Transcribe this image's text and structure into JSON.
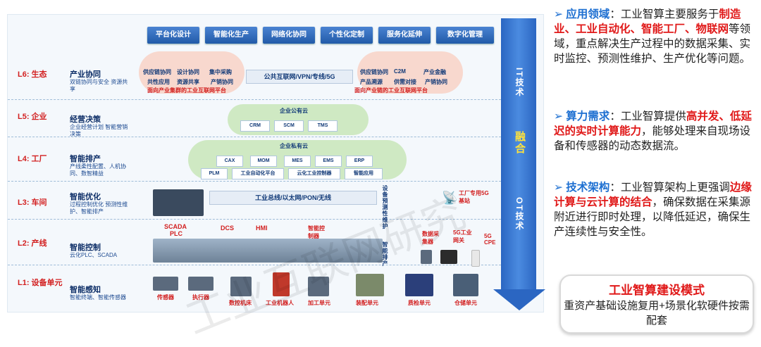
{
  "top_buttons": [
    "平台化设计",
    "智能化生产",
    "网络化协同",
    "个性化定制",
    "服务化延伸",
    "数字化管理"
  ],
  "layers": [
    {
      "code": "L6: 生态",
      "title": "产业协同",
      "sub": "双链协同与安全 资源共享"
    },
    {
      "code": "L5: 企业",
      "title": "经营决策",
      "sub": "企业经营计划 智能营销决策"
    },
    {
      "code": "L4: 工厂",
      "title": "智能排产",
      "sub": "产线柔性配置、人机协同、数智精益"
    },
    {
      "code": "L3: 车间",
      "title": "智能优化",
      "sub": "过程控制优化 预测性维护、智能排产"
    },
    {
      "code": "L2: 产线",
      "title": "智能控制",
      "sub": "云化PLC、SCADA"
    },
    {
      "code": "L1: 设备单元",
      "title": "智能感知",
      "sub": "智能终端、智能传感器"
    }
  ],
  "l6": {
    "left_items": [
      "供应链协同",
      "设计协同",
      "集中采购",
      "共性应用",
      "资源共享",
      "产销协同"
    ],
    "left_caption": "面向产业集群的工业互联网平台",
    "network": "公共互联网/VPN/专线/5G",
    "right_items": [
      "供应链协同",
      "C2M",
      "产业金融",
      "产品溯源",
      "供需对接",
      "产销协同"
    ],
    "right_caption": "面向产业链的工业互联网平台"
  },
  "l5": {
    "cloud": "企业公有云",
    "items": [
      "CRM",
      "SCM",
      "TMS"
    ]
  },
  "l4": {
    "cloud": "企业私有云",
    "row1": [
      "CAX",
      "MOM",
      "MES",
      "EMS",
      "ERP"
    ],
    "row2": [
      "PLM",
      "工业自动化平台",
      "云化工业控制器",
      "智能应用"
    ]
  },
  "l3": {
    "network": "工业总线/以太网/PON/无线",
    "vertical": "设备预测性维护",
    "vertical2": "智能排产",
    "base_station": "工厂专用5G基站"
  },
  "l2": {
    "labels": [
      "SCADA",
      "PLC",
      "DCS",
      "HMI",
      "智能控制器"
    ],
    "right": [
      "数据采集器",
      "5G工业网关",
      "5G CPE"
    ]
  },
  "l1": {
    "labels": [
      "传感器",
      "执行器",
      "数控机床",
      "工业机器人",
      "加工单元",
      "装配单元",
      "质检单元",
      "仓储单元"
    ]
  },
  "arrow": {
    "top": "IT技术",
    "middle": "融合",
    "bottom": "OT技术"
  },
  "bullets": [
    {
      "head": "应用领域",
      "pre": "：工业智算主要服务于",
      "red": "制造业、工业自动化、智能工厂、物联网",
      "post": "等领域，重点解决生产过程中的数据采集、实时监控、预测性维护、生产优化等问题。"
    },
    {
      "head": "算力需求",
      "pre": "：工业智算提供",
      "red": "高并发、低延迟的实时计算能力",
      "post": "，能够处理来自现场设备和传感器的动态数据流。"
    },
    {
      "head": "技术架构",
      "pre": "：工业智算架构上更强调",
      "red": "边缘计算与云计算的结合",
      "post": "，确保数据在采集源附近进行即时处理，以降低延迟，确保生产连续性与安全性。"
    }
  ],
  "panel": {
    "title": "工业智算建设模式",
    "body": "重资产基础设施复用+场景化软硬件按需配套"
  },
  "colors": {
    "accent": "#1d6fd1",
    "red": "#e01818",
    "navy": "#123a78"
  }
}
